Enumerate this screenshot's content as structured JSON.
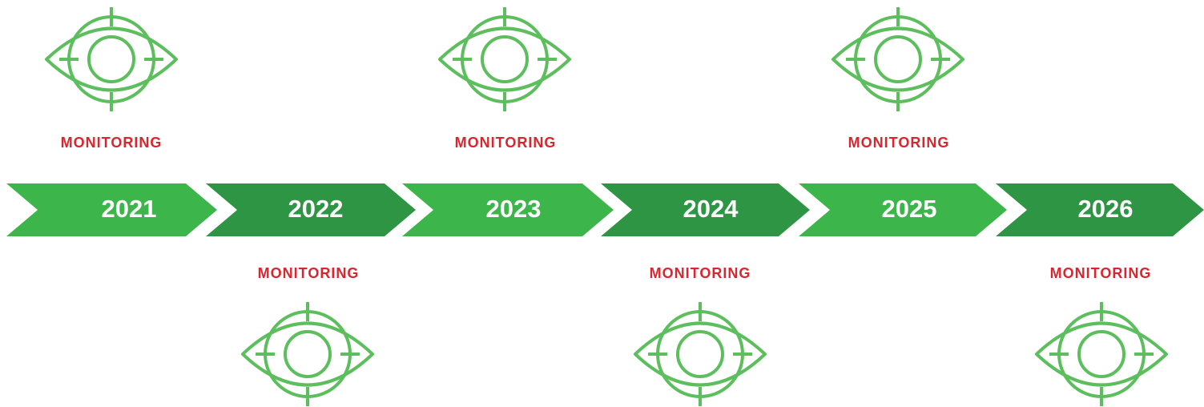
{
  "colors": {
    "chevron_light": "#3cb54a",
    "chevron_dark": "#2e9544",
    "eye_stroke": "#5cbe5c",
    "label_red": "#d9262e",
    "year_text": "#ffffff"
  },
  "timeline": [
    {
      "year": "2021",
      "label": "MONITORING",
      "icon": "eye-icon",
      "placement": "top"
    },
    {
      "year": "2022",
      "label": "MONITORING",
      "icon": "eye-icon",
      "placement": "bottom"
    },
    {
      "year": "2023",
      "label": "MONITORING",
      "icon": "eye-icon",
      "placement": "top"
    },
    {
      "year": "2024",
      "label": "MONITORING",
      "icon": "eye-icon",
      "placement": "bottom"
    },
    {
      "year": "2025",
      "label": "MONITORING",
      "icon": "eye-icon",
      "placement": "top"
    },
    {
      "year": "2026",
      "label": "MONITORING",
      "icon": "eye-icon",
      "placement": "bottom"
    }
  ]
}
